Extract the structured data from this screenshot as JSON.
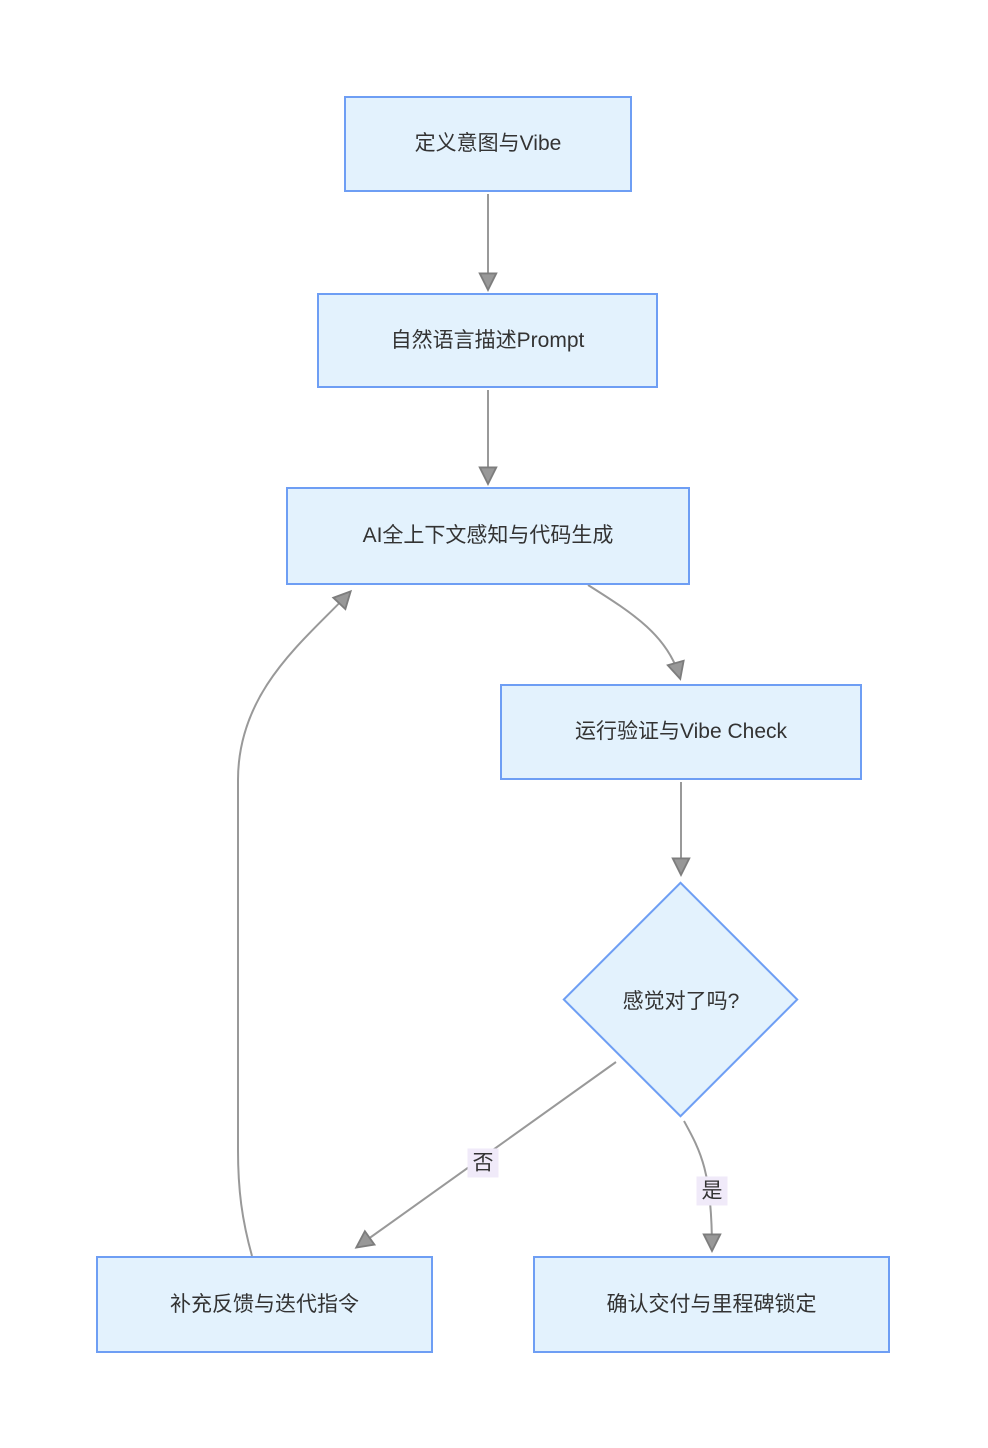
{
  "diagram": {
    "type": "flowchart",
    "direction": "top-down",
    "nodes": [
      {
        "id": "A",
        "shape": "rect",
        "label": "定义意图与Vibe"
      },
      {
        "id": "B",
        "shape": "rect",
        "label": "自然语言描述Prompt"
      },
      {
        "id": "C",
        "shape": "rect",
        "label": "AI全上下文感知与代码生成"
      },
      {
        "id": "D",
        "shape": "rect",
        "label": "运行验证与Vibe Check"
      },
      {
        "id": "E",
        "shape": "diamond",
        "label": "感觉对了吗?"
      },
      {
        "id": "F",
        "shape": "rect",
        "label": "补充反馈与迭代指令"
      },
      {
        "id": "G",
        "shape": "rect",
        "label": "确认交付与里程碑锁定"
      }
    ],
    "edges": [
      {
        "from": "A",
        "to": "B",
        "label": ""
      },
      {
        "from": "B",
        "to": "C",
        "label": ""
      },
      {
        "from": "C",
        "to": "D",
        "label": ""
      },
      {
        "from": "D",
        "to": "E",
        "label": ""
      },
      {
        "from": "E",
        "to": "F",
        "label": "否"
      },
      {
        "from": "E",
        "to": "G",
        "label": "是"
      },
      {
        "from": "F",
        "to": "C",
        "label": ""
      }
    ],
    "colors": {
      "node_fill": "#E3F2FD",
      "node_border": "#6E9EF4",
      "edge_line": "#999999",
      "arrowhead": "#989898",
      "edge_label_bg": "#F0EAF9",
      "text": "#333333",
      "background": "#FFFFFF"
    }
  }
}
